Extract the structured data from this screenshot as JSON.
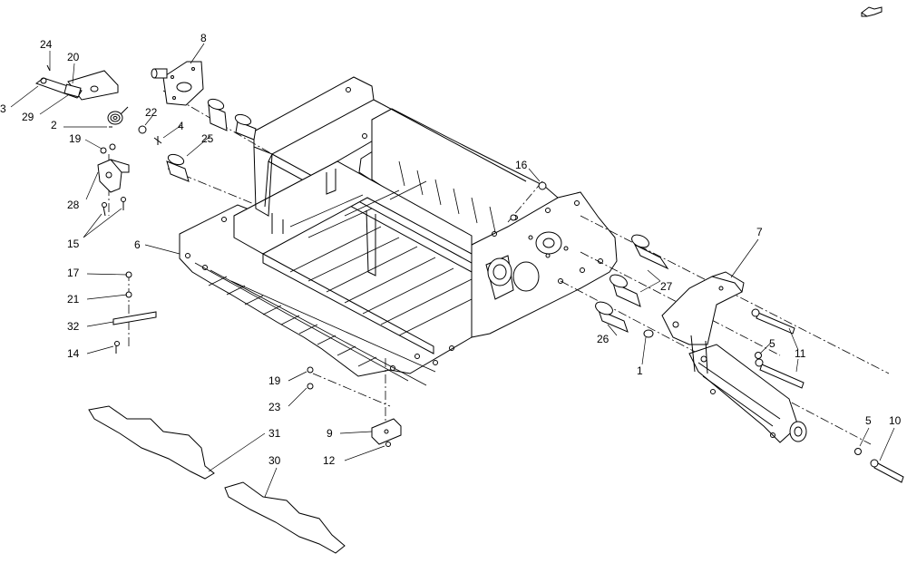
{
  "diagram": {
    "callouts": [
      {
        "id": "c24",
        "label": "24"
      },
      {
        "id": "c20",
        "label": "20"
      },
      {
        "id": "c3",
        "label": "3"
      },
      {
        "id": "c29",
        "label": "29"
      },
      {
        "id": "c2",
        "label": "2"
      },
      {
        "id": "c22",
        "label": "22"
      },
      {
        "id": "c4",
        "label": "4"
      },
      {
        "id": "c8",
        "label": "8"
      },
      {
        "id": "c25",
        "label": "25"
      },
      {
        "id": "c19a",
        "label": "19"
      },
      {
        "id": "c28",
        "label": "28"
      },
      {
        "id": "c15",
        "label": "15"
      },
      {
        "id": "c6",
        "label": "6"
      },
      {
        "id": "c17",
        "label": "17"
      },
      {
        "id": "c21",
        "label": "21"
      },
      {
        "id": "c32",
        "label": "32"
      },
      {
        "id": "c14",
        "label": "14"
      },
      {
        "id": "c16",
        "label": "16"
      },
      {
        "id": "c7",
        "label": "7"
      },
      {
        "id": "c27",
        "label": "27"
      },
      {
        "id": "c26",
        "label": "26"
      },
      {
        "id": "c1",
        "label": "1"
      },
      {
        "id": "c5a",
        "label": "5"
      },
      {
        "id": "c11",
        "label": "11"
      },
      {
        "id": "c19b",
        "label": "19"
      },
      {
        "id": "c23",
        "label": "23"
      },
      {
        "id": "c9",
        "label": "9"
      },
      {
        "id": "c12",
        "label": "12"
      },
      {
        "id": "c31",
        "label": "31"
      },
      {
        "id": "c30",
        "label": "30"
      },
      {
        "id": "c5b",
        "label": "5"
      },
      {
        "id": "c10",
        "label": "10"
      }
    ],
    "icons": {
      "corner": "hand-pointer-icon"
    }
  }
}
